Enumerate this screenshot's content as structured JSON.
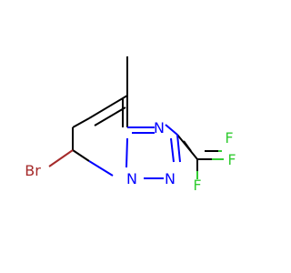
{
  "molecule": {
    "atoms": {
      "br": {
        "label": "Br",
        "color": "#a52a2a"
      },
      "n1": {
        "label": "N",
        "color": "#0000ff"
      },
      "n2": {
        "label": "N",
        "color": "#0000ff"
      },
      "n3": {
        "label": "N",
        "color": "#0000ff"
      },
      "f1": {
        "label": "F",
        "color": "#33cc33"
      },
      "f2": {
        "label": "F",
        "color": "#33cc33"
      },
      "f3": {
        "label": "F",
        "color": "#33cc33"
      }
    },
    "colors": {
      "carbon_bond": "#000000",
      "nitrogen": "#0000ff",
      "bromine": "#a52a2a",
      "fluorine": "#33cc33"
    }
  }
}
